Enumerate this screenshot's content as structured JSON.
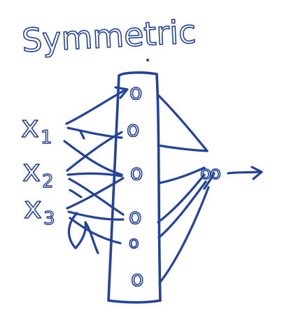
{
  "title": "Symmetric",
  "inputs": [
    {
      "base": "x",
      "sub": "1"
    },
    {
      "base": "x",
      "sub": "2"
    },
    {
      "base": "x",
      "sub": "3"
    }
  ],
  "hidden_units": [
    "o",
    "o",
    "o",
    "o",
    "o",
    "o"
  ],
  "output_unit": "o",
  "colors": {
    "ink": "#23439a",
    "background": "#ffffff"
  }
}
